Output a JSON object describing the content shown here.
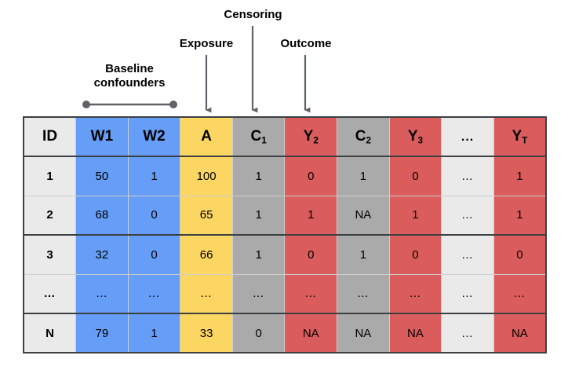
{
  "annotations": {
    "baseline": {
      "label": "Baseline\nconfounders",
      "marker": "range-connector"
    },
    "exposure": {
      "label": "Exposure",
      "marker": "down-arrow"
    },
    "censoring": {
      "label": "Censoring",
      "marker": "down-arrow"
    },
    "outcome": {
      "label": "Outcome",
      "marker": "down-arrow"
    }
  },
  "colors": {
    "id_column": "#eaeaea",
    "confounder_blue": "#669df6",
    "exposure_yellow": "#fcd663",
    "censoring_gray": "#aaaaaa",
    "outcome_red": "#db5c5c",
    "ellipsis_light": "#eaeaea",
    "border": "#3c4043",
    "text": "#000000"
  },
  "table": {
    "columns": [
      {
        "key": "id",
        "base": "ID",
        "sub": "",
        "fill": "id_column"
      },
      {
        "key": "w1",
        "base": "W1",
        "sub": "",
        "fill": "confounder_blue"
      },
      {
        "key": "w2",
        "base": "W2",
        "sub": "",
        "fill": "confounder_blue"
      },
      {
        "key": "a",
        "base": "A",
        "sub": "",
        "fill": "exposure_yellow"
      },
      {
        "key": "c1",
        "base": "C",
        "sub": "1",
        "fill": "censoring_gray"
      },
      {
        "key": "y2",
        "base": "Y",
        "sub": "2",
        "fill": "outcome_red"
      },
      {
        "key": "c2",
        "base": "C",
        "sub": "2",
        "fill": "censoring_gray"
      },
      {
        "key": "y3",
        "base": "Y",
        "sub": "3",
        "fill": "outcome_red"
      },
      {
        "key": "dot",
        "base": "...",
        "sub": "",
        "fill": "ellipsis_light"
      },
      {
        "key": "yt",
        "base": "Y",
        "sub": "T",
        "fill": "outcome_red"
      }
    ],
    "rows": [
      {
        "cells": [
          "1",
          "50",
          "1",
          "100",
          "1",
          "0",
          "1",
          "0",
          "…",
          "1"
        ]
      },
      {
        "cells": [
          "2",
          "68",
          "0",
          "65",
          "1",
          "1",
          "NA",
          "1",
          "…",
          "1"
        ]
      },
      {
        "cells": [
          "3",
          "32",
          "0",
          "66",
          "1",
          "0",
          "1",
          "0",
          "…",
          "0"
        ]
      },
      {
        "cells": [
          "…",
          "…",
          "…",
          "…",
          "…",
          "…",
          "…",
          "…",
          "…",
          "…"
        ]
      },
      {
        "cells": [
          "N",
          "79",
          "1",
          "33",
          "0",
          "NA",
          "NA",
          "NA",
          "…",
          "NA"
        ]
      }
    ]
  }
}
